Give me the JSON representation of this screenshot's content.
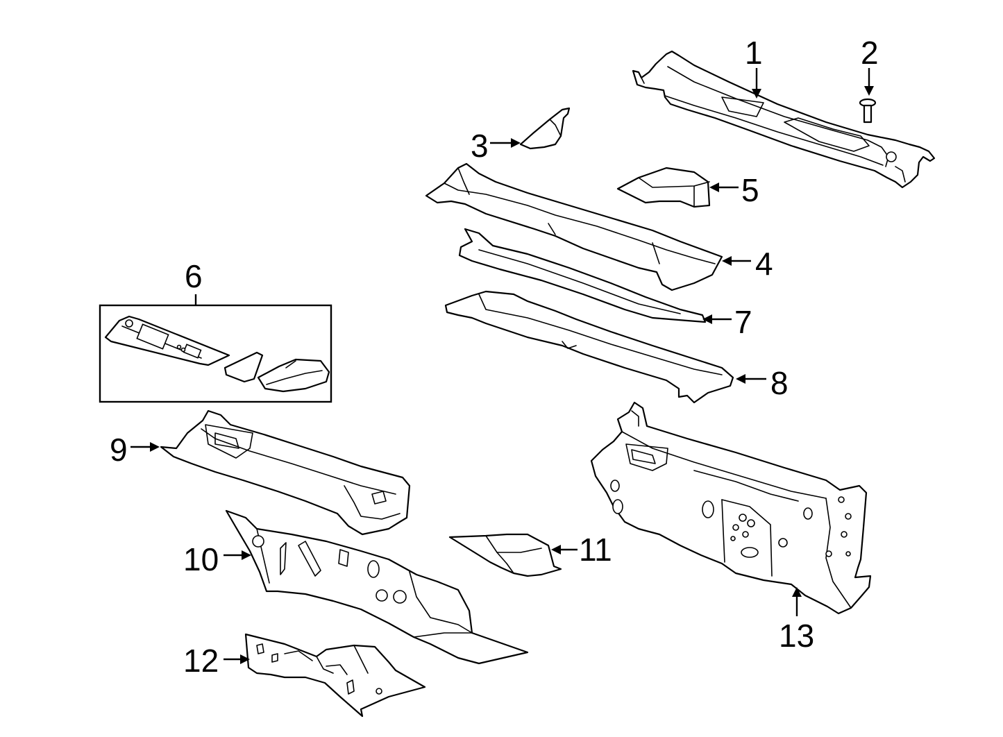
{
  "diagram": {
    "callouts": {
      "c1": "1",
      "c2": "2",
      "c3": "3",
      "c4": "4",
      "c5": "5",
      "c6": "6",
      "c7": "7",
      "c8": "8",
      "c9": "9",
      "c10": "10",
      "c11": "11",
      "c12": "12",
      "c13": "13"
    },
    "colors": {
      "line": "#000000",
      "fill": "#ffffff"
    }
  }
}
